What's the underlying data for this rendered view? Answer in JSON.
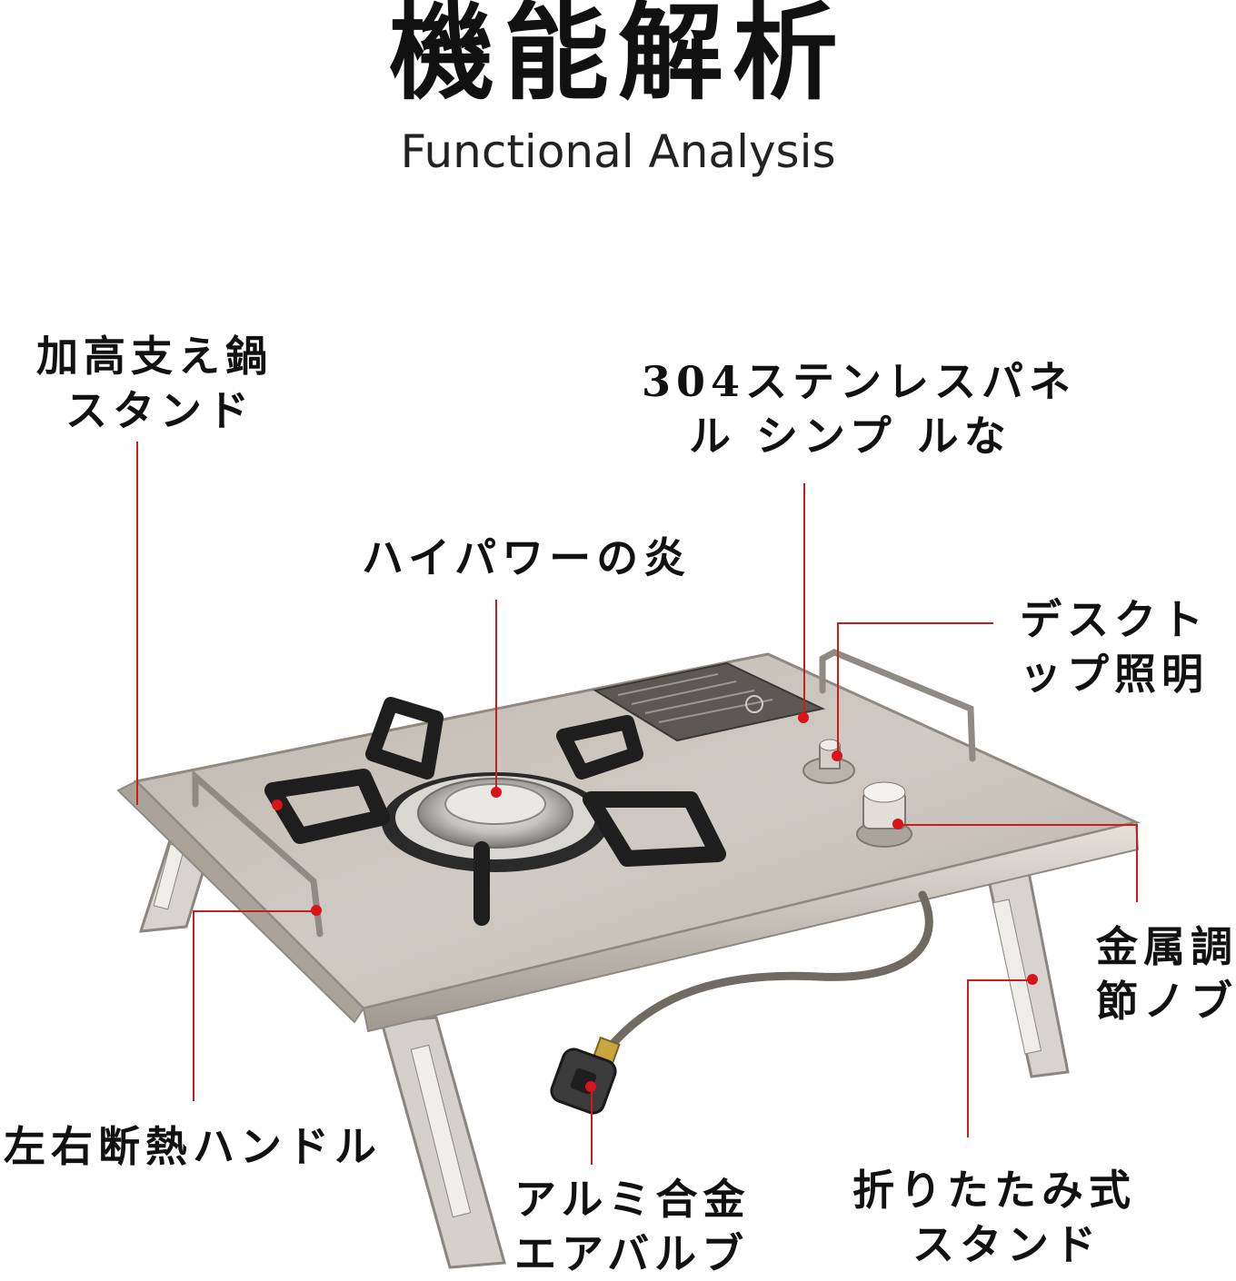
{
  "header": {
    "title": "機能解析",
    "subtitle": "Functional Analysis"
  },
  "labels": {
    "pot_stand": [
      "加高支え鍋",
      "スタンド"
    ],
    "panel": [
      "304ステンレスパネ",
      "ル シンプ ルな"
    ],
    "flame": [
      "ハイパワーの炎"
    ],
    "light": [
      "デスクト",
      "ップ照明"
    ],
    "knob": [
      "金属調",
      "節ノブ"
    ],
    "handle": [
      "左右断熱ハンドル"
    ],
    "valve": [
      "アルミ合金",
      "エアバルブ"
    ],
    "folding_stand": [
      "折りたたみ式",
      "スタンド"
    ]
  },
  "colors": {
    "leader_line": "#c81e1e",
    "marker_dot": "#d8141a",
    "steel": "#c9c4bc",
    "cast_iron": "#1e1e1e"
  }
}
